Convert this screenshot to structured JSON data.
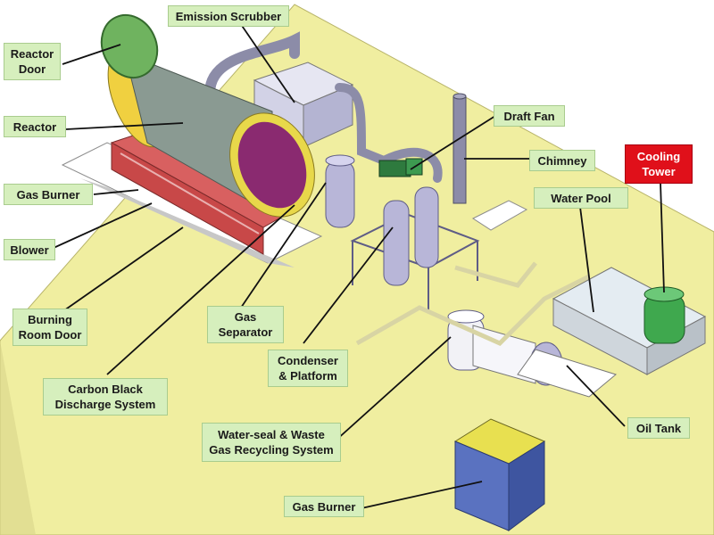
{
  "labels": {
    "reactor_door": "Reactor\nDoor",
    "reactor": "Reactor",
    "gas_burner_left": "Gas Burner",
    "blower": "Blower",
    "burning_room_door": "Burning\nRoom Door",
    "carbon_black": "Carbon  Black\nDischarge System",
    "emission_scrubber": "Emission Scrubber",
    "draft_fan": "Draft Fan",
    "chimney": "Chimney",
    "cooling_tower": "Cooling\nTower",
    "water_pool": "Water Pool",
    "gas_separator": "Gas\nSeparator",
    "condenser": "Condenser\n& Platform",
    "water_seal": "Water-seal & Waste\nGas Recycling System",
    "oil_tank": "Oil Tank",
    "gas_burner_bottom": "Gas Burner"
  },
  "colors": {
    "floor": "#f0eea0",
    "label_bg": "#d6efbd",
    "cooling_label_bg": "#e0101a",
    "reactor_body": "#8a9a92",
    "door": "#6fb35f",
    "equipment": "#b8b6d8",
    "burner_box": "#5a72c0"
  }
}
